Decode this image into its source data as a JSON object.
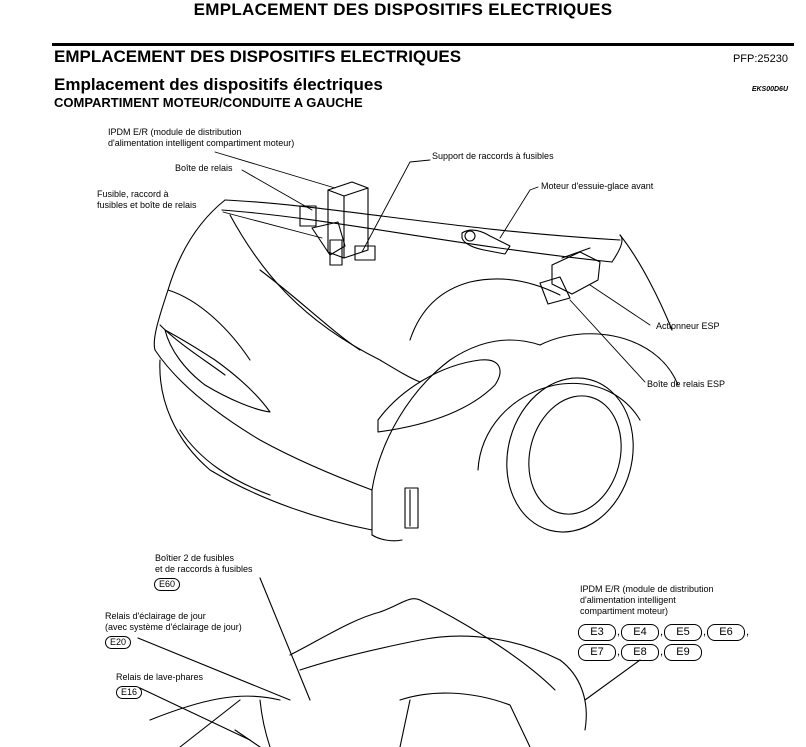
{
  "header": {
    "title": "EMPLACEMENT DES DISPOSITIFS ELECTRIQUES"
  },
  "section": {
    "title": "EMPLACEMENT DES DISPOSITIFS ELECTRIQUES",
    "pfp": "PFP:25230",
    "subtitle": "Emplacement des dispositifs électriques",
    "subtitle2": "COMPARTIMENT MOTEUR/CONDUITE A GAUCHE",
    "code": "EKS00D6U"
  },
  "labels": {
    "ipdm_top": "IPDM E/R (module de distribution\nd'alimentation intelligent compartiment moteur)",
    "boite_relais": "Boîte de relais",
    "fusible": "Fusible, raccord à\nfusibles et boîte de relais",
    "support": "Support de raccords à fusibles",
    "moteur": "Moteur d'essuie-glace avant",
    "actionneur": "Actionneur ESP",
    "boite_esp": "Boîte de relais ESP",
    "boitier2": "Boîtier 2 de fusibles\net de raccords à fusibles",
    "relais_jour": "Relais d'éclairage de jour\n(avec système d'éclairage de jour)",
    "relais_lave": "Relais de lave-phares",
    "ipdm_bottom": "IPDM E/R (module de distribution\nd'alimentation intelligent\ncompartiment moteur)"
  },
  "connectors": {
    "e60": "E60",
    "e20": "E20",
    "e16": "E16",
    "ipdm": [
      "E3",
      "E4",
      "E5",
      "E6",
      "E7",
      "E8",
      "E9"
    ]
  }
}
